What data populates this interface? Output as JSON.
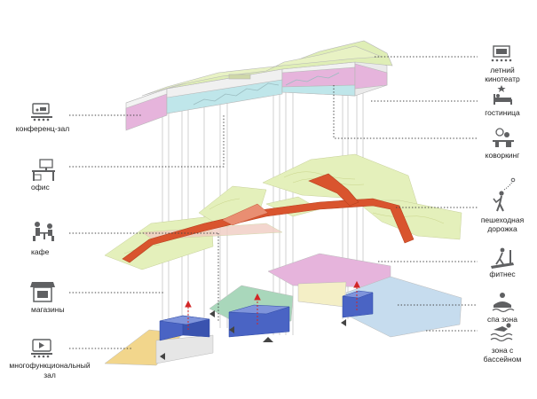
{
  "left_labels": {
    "conference": "конференц-зал",
    "office": "офис",
    "cafe": "кафе",
    "shops": "магазины",
    "multi_hall": [
      "многофункциональный",
      "зал"
    ]
  },
  "right_labels": {
    "cinema": [
      "летний",
      "кинотеатр"
    ],
    "hotel": "гостиница",
    "coworking": "коворкинг",
    "walkway": [
      "пешеходная",
      "дорожка"
    ],
    "fitness": "фитнес",
    "spa": "спа зона",
    "pool": [
      "зона с",
      "бассейном"
    ]
  },
  "colors": {
    "roof": "#dfeeb6",
    "pink": "#e6b4dc",
    "cyan": "#bfe6ea",
    "path_red": "#d9542e",
    "blue_box": "#4a64c4",
    "mint": "#a9d7bb",
    "spa_blue": "#c6dcee",
    "sand": "#f2d68c",
    "icon_gray": "#5f6062",
    "dotted": "#444444"
  },
  "icons": [
    "projector-icon",
    "office-desk-icon",
    "cafe-icon",
    "shop-icon",
    "video-hall-icon",
    "cinema-icon",
    "hotel-icon",
    "coworking-icon",
    "walking-person-icon",
    "treadmill-icon",
    "spa-icon",
    "swimmer-icon"
  ]
}
